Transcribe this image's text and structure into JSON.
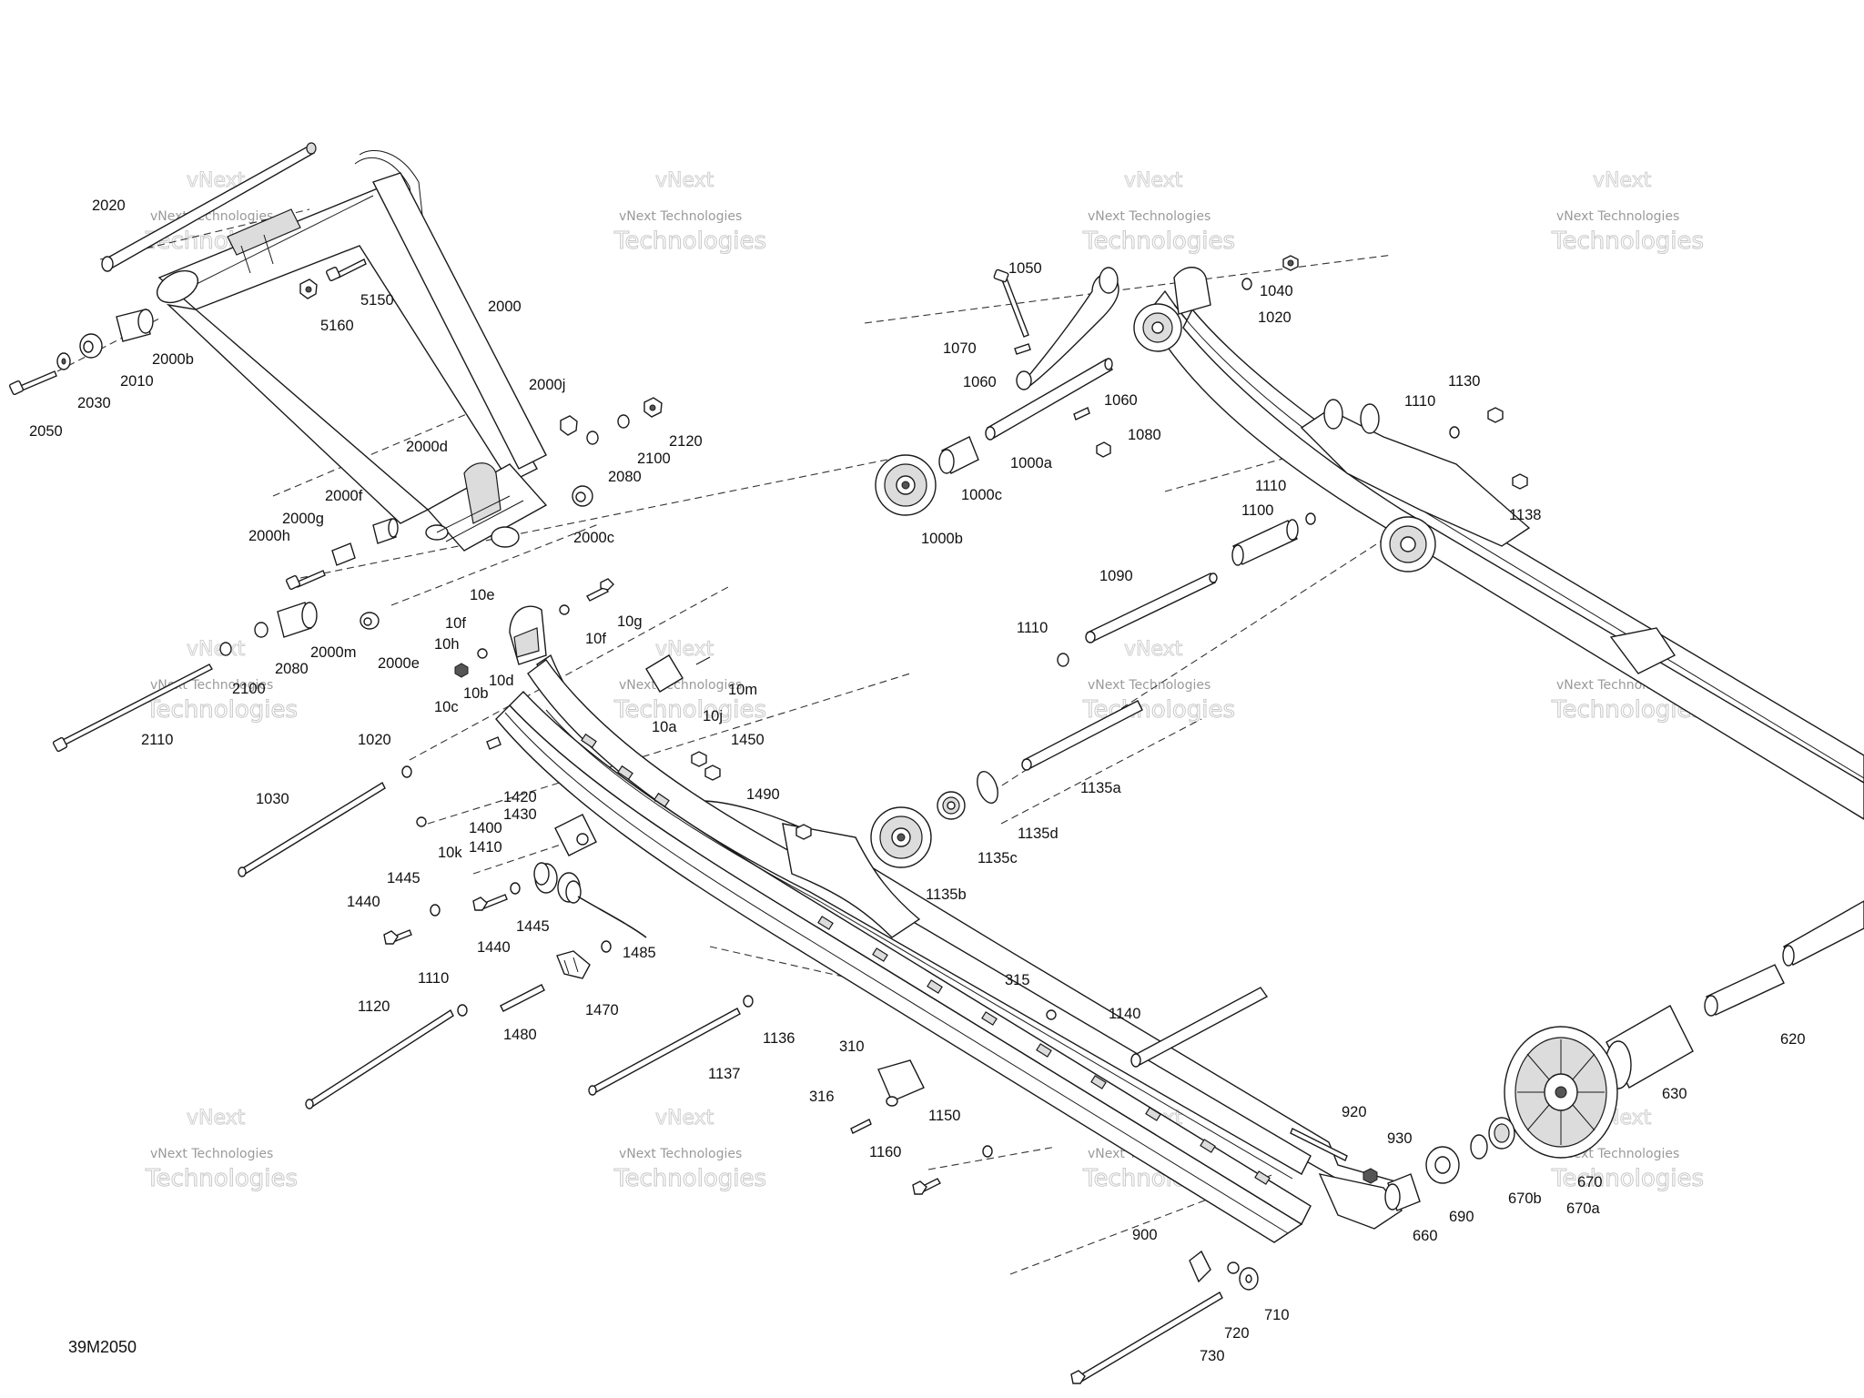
{
  "diagram_id": "39M2050",
  "watermark": {
    "line1": "vNext",
    "line2": "vNext Technologies",
    "line3": "Technologies"
  },
  "parts": [
    {
      "id": "p2020",
      "label": "2020"
    },
    {
      "id": "p5150",
      "label": "5150"
    },
    {
      "id": "p5160",
      "label": "5160"
    },
    {
      "id": "p2000",
      "label": "2000"
    },
    {
      "id": "p2000b",
      "label": "2000b"
    },
    {
      "id": "p2010",
      "label": "2010"
    },
    {
      "id": "p2030",
      "label": "2030"
    },
    {
      "id": "p2050",
      "label": "2050"
    },
    {
      "id": "p2000j",
      "label": "2000j"
    },
    {
      "id": "p2120",
      "label": "2120"
    },
    {
      "id": "p2100a",
      "label": "2100"
    },
    {
      "id": "p2080a",
      "label": "2080"
    },
    {
      "id": "p2000d",
      "label": "2000d"
    },
    {
      "id": "p2000f",
      "label": "2000f"
    },
    {
      "id": "p2000g",
      "label": "2000g"
    },
    {
      "id": "p2000h",
      "label": "2000h"
    },
    {
      "id": "p2000c",
      "label": "2000c"
    },
    {
      "id": "p2080b",
      "label": "2080"
    },
    {
      "id": "p2000m",
      "label": "2000m"
    },
    {
      "id": "p2000e",
      "label": "2000e"
    },
    {
      "id": "p2100b",
      "label": "2100"
    },
    {
      "id": "p2110",
      "label": "2110"
    },
    {
      "id": "p10e",
      "label": "10e"
    },
    {
      "id": "p10g",
      "label": "10g"
    },
    {
      "id": "p10f1",
      "label": "10f"
    },
    {
      "id": "p10f2",
      "label": "10f"
    },
    {
      "id": "p10h",
      "label": "10h"
    },
    {
      "id": "p10d",
      "label": "10d"
    },
    {
      "id": "p10b",
      "label": "10b"
    },
    {
      "id": "p10c",
      "label": "10c"
    },
    {
      "id": "p10m",
      "label": "10m"
    },
    {
      "id": "p10j",
      "label": "10j"
    },
    {
      "id": "p10a",
      "label": "10a"
    },
    {
      "id": "p10k",
      "label": "10k"
    },
    {
      "id": "p1020a",
      "label": "1020"
    },
    {
      "id": "p1030",
      "label": "1030"
    },
    {
      "id": "p1450",
      "label": "1450"
    },
    {
      "id": "p1420",
      "label": "1420"
    },
    {
      "id": "p1430",
      "label": "1430"
    },
    {
      "id": "p1400",
      "label": "1400"
    },
    {
      "id": "p1410",
      "label": "1410"
    },
    {
      "id": "p1490",
      "label": "1490"
    },
    {
      "id": "p1445a",
      "label": "1445"
    },
    {
      "id": "p1440a",
      "label": "1440"
    },
    {
      "id": "p1440b",
      "label": "1440"
    },
    {
      "id": "p1445b",
      "label": "1445"
    },
    {
      "id": "p1485",
      "label": "1485"
    },
    {
      "id": "p1470",
      "label": "1470"
    },
    {
      "id": "p1480",
      "label": "1480"
    },
    {
      "id": "p1110c",
      "label": "1110"
    },
    {
      "id": "p1120",
      "label": "1120"
    },
    {
      "id": "p1136",
      "label": "1136"
    },
    {
      "id": "p1137",
      "label": "1137"
    },
    {
      "id": "p315",
      "label": "315"
    },
    {
      "id": "p310",
      "label": "310"
    },
    {
      "id": "p316",
      "label": "316"
    },
    {
      "id": "p1150",
      "label": "1150"
    },
    {
      "id": "p1160",
      "label": "1160"
    },
    {
      "id": "p1140",
      "label": "1140"
    },
    {
      "id": "p1050",
      "label": "1050"
    },
    {
      "id": "p1070",
      "label": "1070"
    },
    {
      "id": "p1060a",
      "label": "1060"
    },
    {
      "id": "p1060b",
      "label": "1060"
    },
    {
      "id": "p1080",
      "label": "1080"
    },
    {
      "id": "p1000a",
      "label": "1000a"
    },
    {
      "id": "p1000c",
      "label": "1000c"
    },
    {
      "id": "p1000b",
      "label": "1000b"
    },
    {
      "id": "p1040",
      "label": "1040"
    },
    {
      "id": "p1020b",
      "label": "1020"
    },
    {
      "id": "p1110a",
      "label": "1110"
    },
    {
      "id": "p1130",
      "label": "1130"
    },
    {
      "id": "p1138",
      "label": "1138"
    },
    {
      "id": "p1110b",
      "label": "1110"
    },
    {
      "id": "p1100",
      "label": "1100"
    },
    {
      "id": "p1090",
      "label": "1090"
    },
    {
      "id": "p1110d",
      "label": "1110"
    },
    {
      "id": "p1135a",
      "label": "1135a"
    },
    {
      "id": "p1135d",
      "label": "1135d"
    },
    {
      "id": "p1135c",
      "label": "1135c"
    },
    {
      "id": "p1135b",
      "label": "1135b"
    },
    {
      "id": "p920",
      "label": "920"
    },
    {
      "id": "p930",
      "label": "930"
    },
    {
      "id": "p660",
      "label": "660"
    },
    {
      "id": "p690",
      "label": "690"
    },
    {
      "id": "p670b",
      "label": "670b"
    },
    {
      "id": "p670a",
      "label": "670a"
    },
    {
      "id": "p670",
      "label": "670"
    },
    {
      "id": "p630",
      "label": "630"
    },
    {
      "id": "p620",
      "label": "620"
    },
    {
      "id": "p900",
      "label": "900"
    },
    {
      "id": "p710",
      "label": "710"
    },
    {
      "id": "p720",
      "label": "720"
    },
    {
      "id": "p730",
      "label": "730"
    }
  ]
}
